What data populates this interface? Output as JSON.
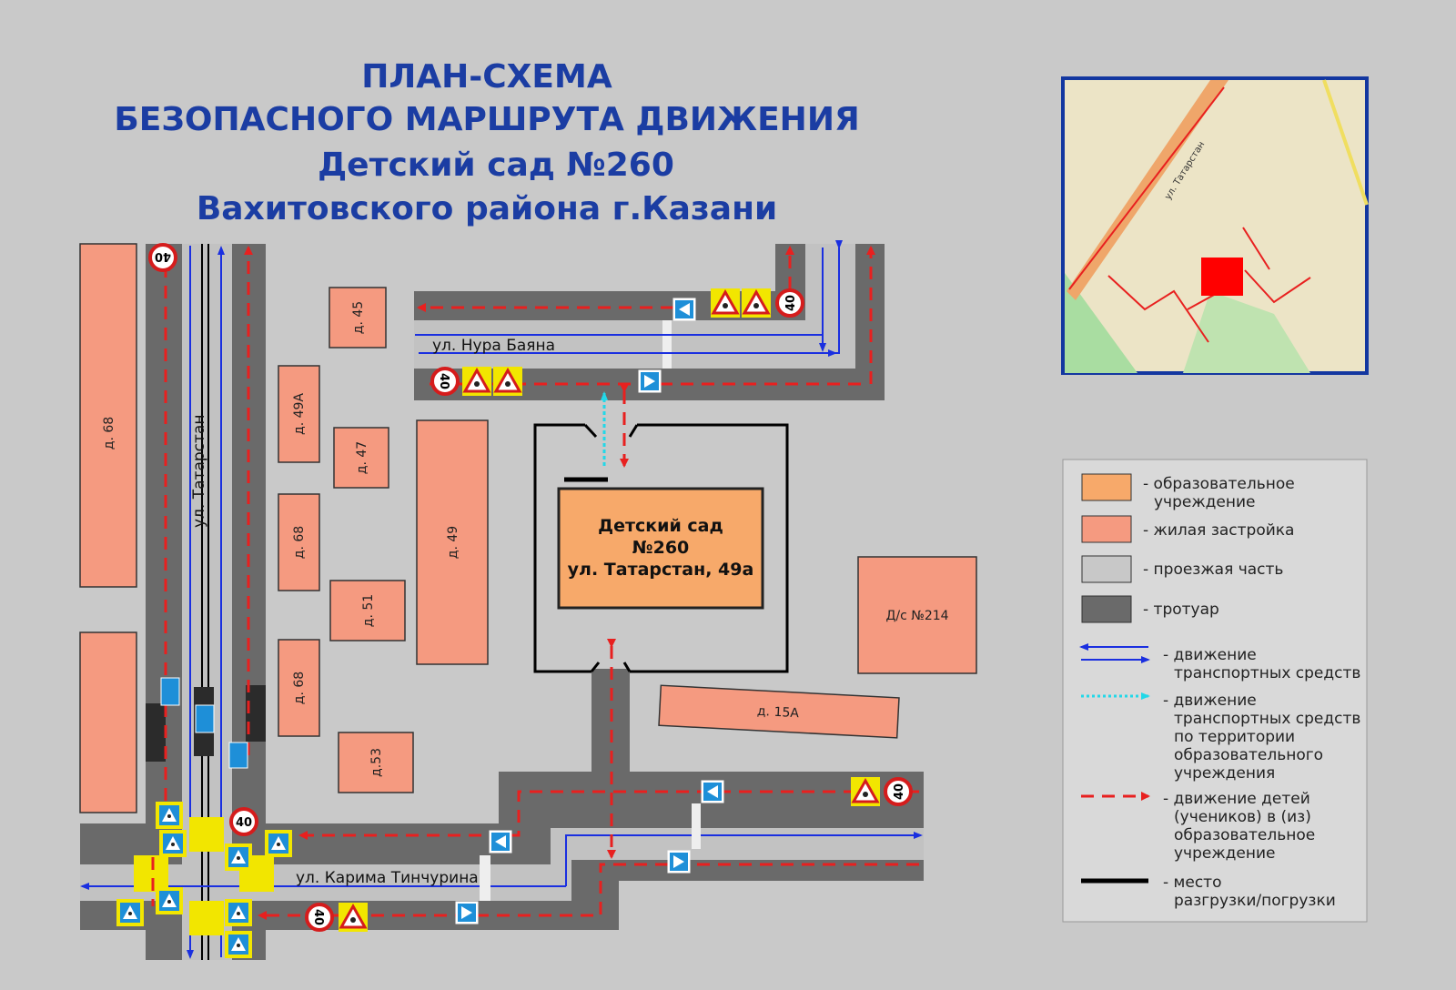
{
  "title": {
    "line1": "ПЛАН-СХЕМА",
    "line2": "БЕЗОПАСНОГО МАРШРУТА ДВИЖЕНИЯ",
    "line3": "Детский сад №260",
    "line4": "Вахитовского района г.Казани"
  },
  "streets": {
    "tatarstan": "ул. Татарстан",
    "nura_bayana": "ул. Нура Баяна",
    "tinchurina": "ул. Карима Тинчурина"
  },
  "houses": {
    "h68a": "д. 68",
    "h45": "д. 45",
    "h49a": "д. 49А",
    "h47": "д. 47",
    "h68b": "д. 68",
    "h51": "д. 51",
    "h68c": "д. 68",
    "h53": "д.53",
    "h49": "д. 49",
    "ds214": "Д/с №214",
    "h15a": "д. 15А"
  },
  "kindergarten": {
    "line1": "Детский сад",
    "line2": "№260",
    "line3": "ул. Татарстан, 49а"
  },
  "signs": {
    "speed_limit": "40"
  },
  "minimap": {
    "street_label": "ул. Татарстан"
  },
  "legend": {
    "items": [
      {
        "lines": [
          "- образовательное",
          "учреждение"
        ],
        "color": "#f7a96a"
      },
      {
        "lines": [
          "- жилая застройка"
        ],
        "color": "#f59a80"
      },
      {
        "lines": [
          "- проезжая часть"
        ],
        "color": "#c8c8c8"
      },
      {
        "lines": [
          "- тротуар"
        ],
        "color": "#6a6a6a"
      },
      {
        "lines": [
          "- движение",
          "транспортных средств"
        ],
        "color": "#1a2fe0"
      },
      {
        "lines": [
          "- движение",
          "транспортных средств",
          "по территории",
          "образовательного",
          "учреждения"
        ],
        "color": "#22d8e8"
      },
      {
        "lines": [
          "- движение детей",
          "(учеников) в (из)",
          "образовательное",
          "учреждение"
        ],
        "color": "#e8201f"
      },
      {
        "lines": [
          "- место",
          "разгрузки/погрузки"
        ],
        "color": "#000000"
      }
    ]
  }
}
